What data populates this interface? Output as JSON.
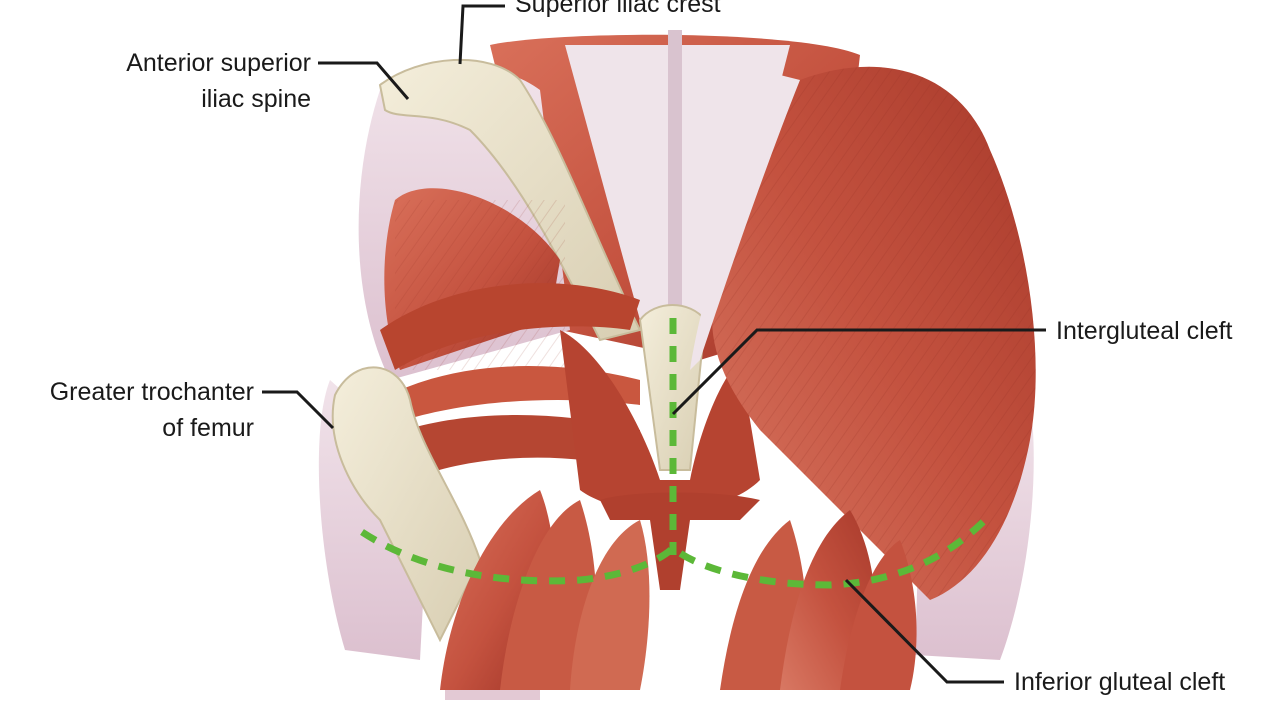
{
  "labels": {
    "superior_iliac_crest": "Superior iliac crest",
    "asis_line1": "Anterior superior",
    "asis_line2": "iliac spine",
    "greater_trochanter_line1": "Greater trochanter",
    "greater_trochanter_line2": "of femur",
    "intergluteal_cleft": "Intergluteal cleft",
    "inferior_gluteal_cleft": "Inferior gluteal cleft"
  },
  "colors": {
    "muscle": "#c4523f",
    "muscle_dark": "#9e3326",
    "muscle_light": "#e08a74",
    "bone": "#ece4cc",
    "fascia": "#e6cfd9",
    "leader_line": "#1a1a1a",
    "dashed_guide": "#5cb838"
  }
}
